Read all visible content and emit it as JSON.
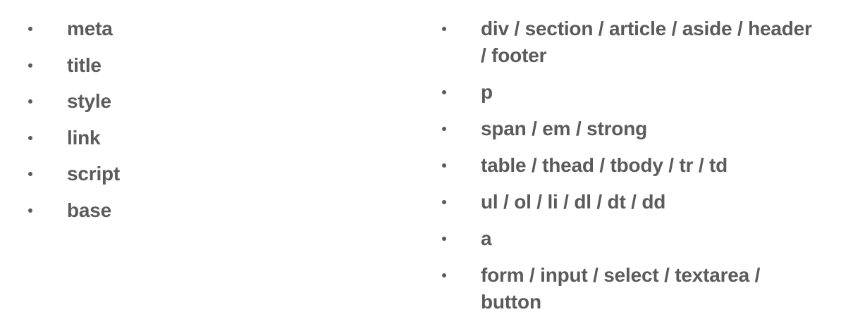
{
  "left_list": {
    "items": [
      "meta",
      "title",
      "style",
      "link",
      "script",
      "base"
    ]
  },
  "right_list": {
    "items": [
      "div / section / article / aside / header / footer",
      "p",
      "span / em / strong",
      "table / thead / tbody / tr / td",
      "ul / ol / li / dl / dt / dd",
      "a",
      "form / input / select / textarea / button"
    ]
  },
  "colors": {
    "text": "#5b5b5b",
    "background": "#ffffff"
  },
  "icons": {
    "bullet": "bullet-icon"
  }
}
